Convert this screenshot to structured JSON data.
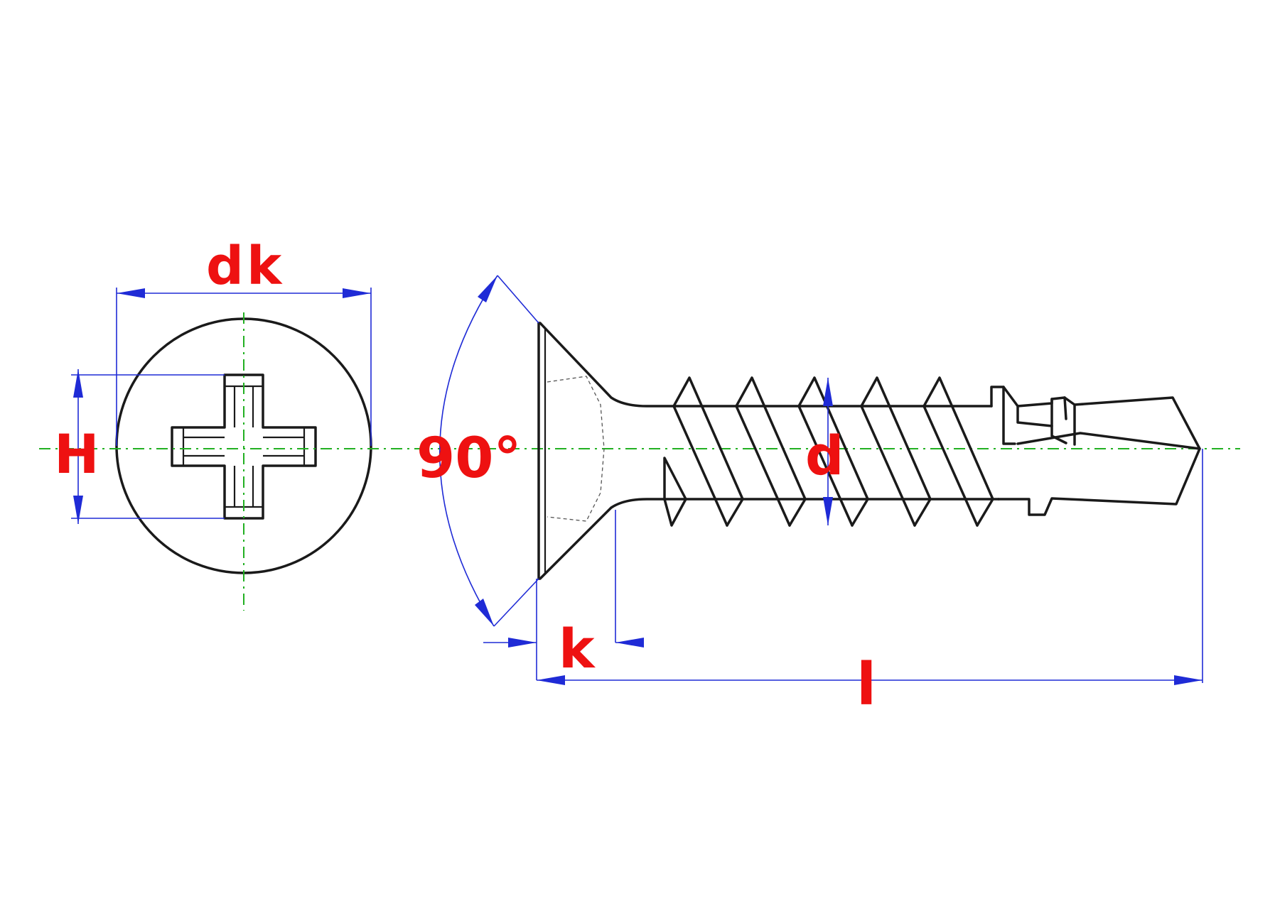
{
  "labels": {
    "head_diameter": "dk",
    "recess_size": "H",
    "countersink_angle": "90°",
    "thread_diameter": "d",
    "head_height": "k",
    "length": "l"
  },
  "colors": {
    "outline": "#1a1a1a",
    "dimension_lines": "#1f2bd6",
    "center_lines": "#22b022",
    "labels": "#ee1111"
  }
}
